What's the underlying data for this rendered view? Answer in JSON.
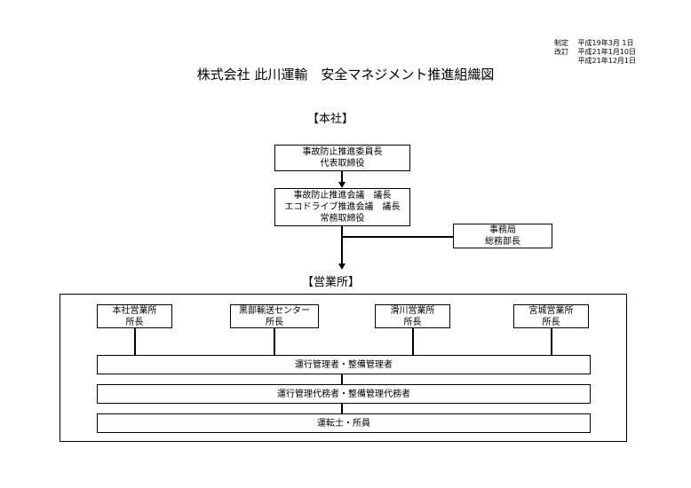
{
  "revision": {
    "rows": [
      {
        "label": "制定",
        "date": "平成19年3月 1日"
      },
      {
        "label": "改訂",
        "date": "平成21年1月10日"
      },
      {
        "label": "",
        "date": "平成21年12月1日"
      }
    ]
  },
  "title": "株式会社 此川運輸　安全マネジメント推進組織図",
  "headquarters": {
    "label": "【本社】",
    "committee_chair": {
      "line1": "事故防止推進委員長",
      "line2": "代表取締役"
    },
    "meeting_chair": {
      "line1": "事故防止推進会議　議長",
      "line2": "エコドライブ推進会議　議長",
      "line3": "常務取締役"
    },
    "secretariat": {
      "line1": "事務局",
      "line2": "総務部長"
    }
  },
  "offices": {
    "label": "【営業所】",
    "items": [
      {
        "line1": "本社営業所",
        "line2": "所長"
      },
      {
        "line1": "黒部輸送センター",
        "line2": "所長"
      },
      {
        "line1": "滑川営業所",
        "line2": "所長"
      },
      {
        "line1": "宮城営業所",
        "line2": "所長"
      }
    ],
    "managers": "運行管理者・整備管理者",
    "deputies": "運行管理代務者・整備管理代務者",
    "staff": "運転士・所員"
  }
}
